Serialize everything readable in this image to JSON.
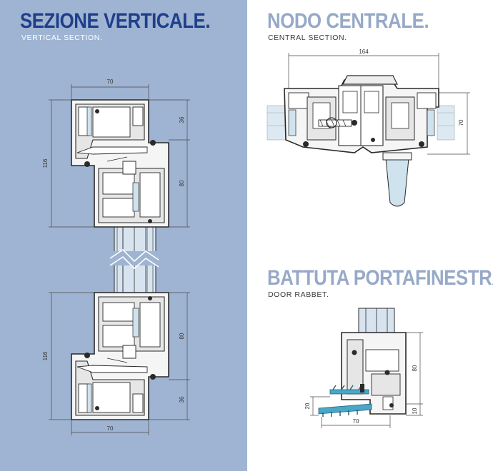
{
  "vertical_section": {
    "title": "SEZIONE VERTICALE.",
    "subtitle": "VERTICAL SECTION.",
    "dims": {
      "top_width": "70",
      "bottom_width": "70",
      "top_height": "116",
      "bottom_height": "116",
      "top_36": "36",
      "top_80": "80",
      "bottom_80": "80",
      "bottom_36": "36"
    }
  },
  "central_section": {
    "title": "NODO CENTRALE.",
    "subtitle": "CENTRAL SECTION.",
    "dims": {
      "width": "164",
      "height": "70"
    }
  },
  "door_rabbet": {
    "title": "BATTUTA PORTAFINESTRA.",
    "subtitle": "DOOR RABBET.",
    "dims": {
      "width": "70",
      "height_80": "80",
      "height_20": "20",
      "height_10": "10"
    }
  },
  "colors": {
    "left_bg": "#9fb4d2",
    "title_dark_blue": "#1f3f8a",
    "title_light_blue": "#97a9c8",
    "glass": "#cfe3ef",
    "gasket_blue": "#4aa7c6"
  }
}
